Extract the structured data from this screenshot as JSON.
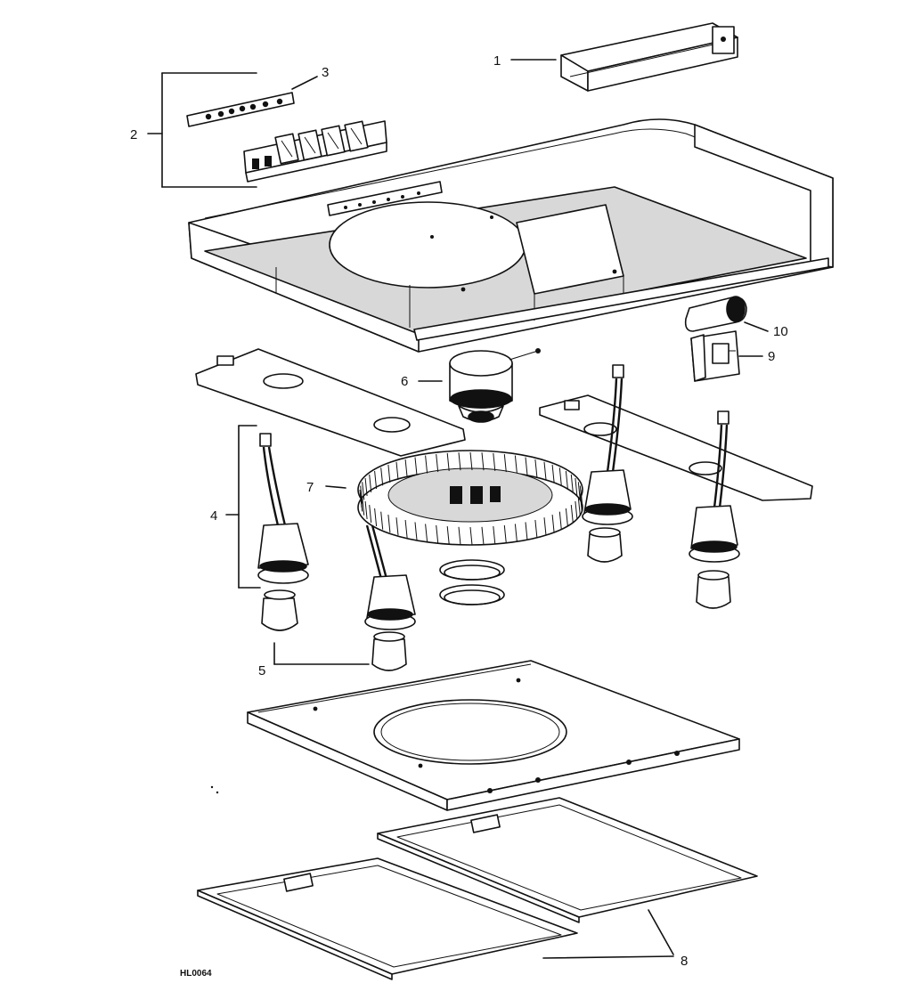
{
  "diagram": {
    "code": "HL0064",
    "callouts": [
      {
        "id": "1",
        "text": "1"
      },
      {
        "id": "2",
        "text": "2"
      },
      {
        "id": "3",
        "text": "3"
      },
      {
        "id": "4",
        "text": "4"
      },
      {
        "id": "5",
        "text": "5"
      },
      {
        "id": "6",
        "text": "6"
      },
      {
        "id": "7",
        "text": "7"
      },
      {
        "id": "8",
        "text": "8"
      },
      {
        "id": "9",
        "text": "9"
      },
      {
        "id": "10",
        "text": "10"
      }
    ]
  }
}
